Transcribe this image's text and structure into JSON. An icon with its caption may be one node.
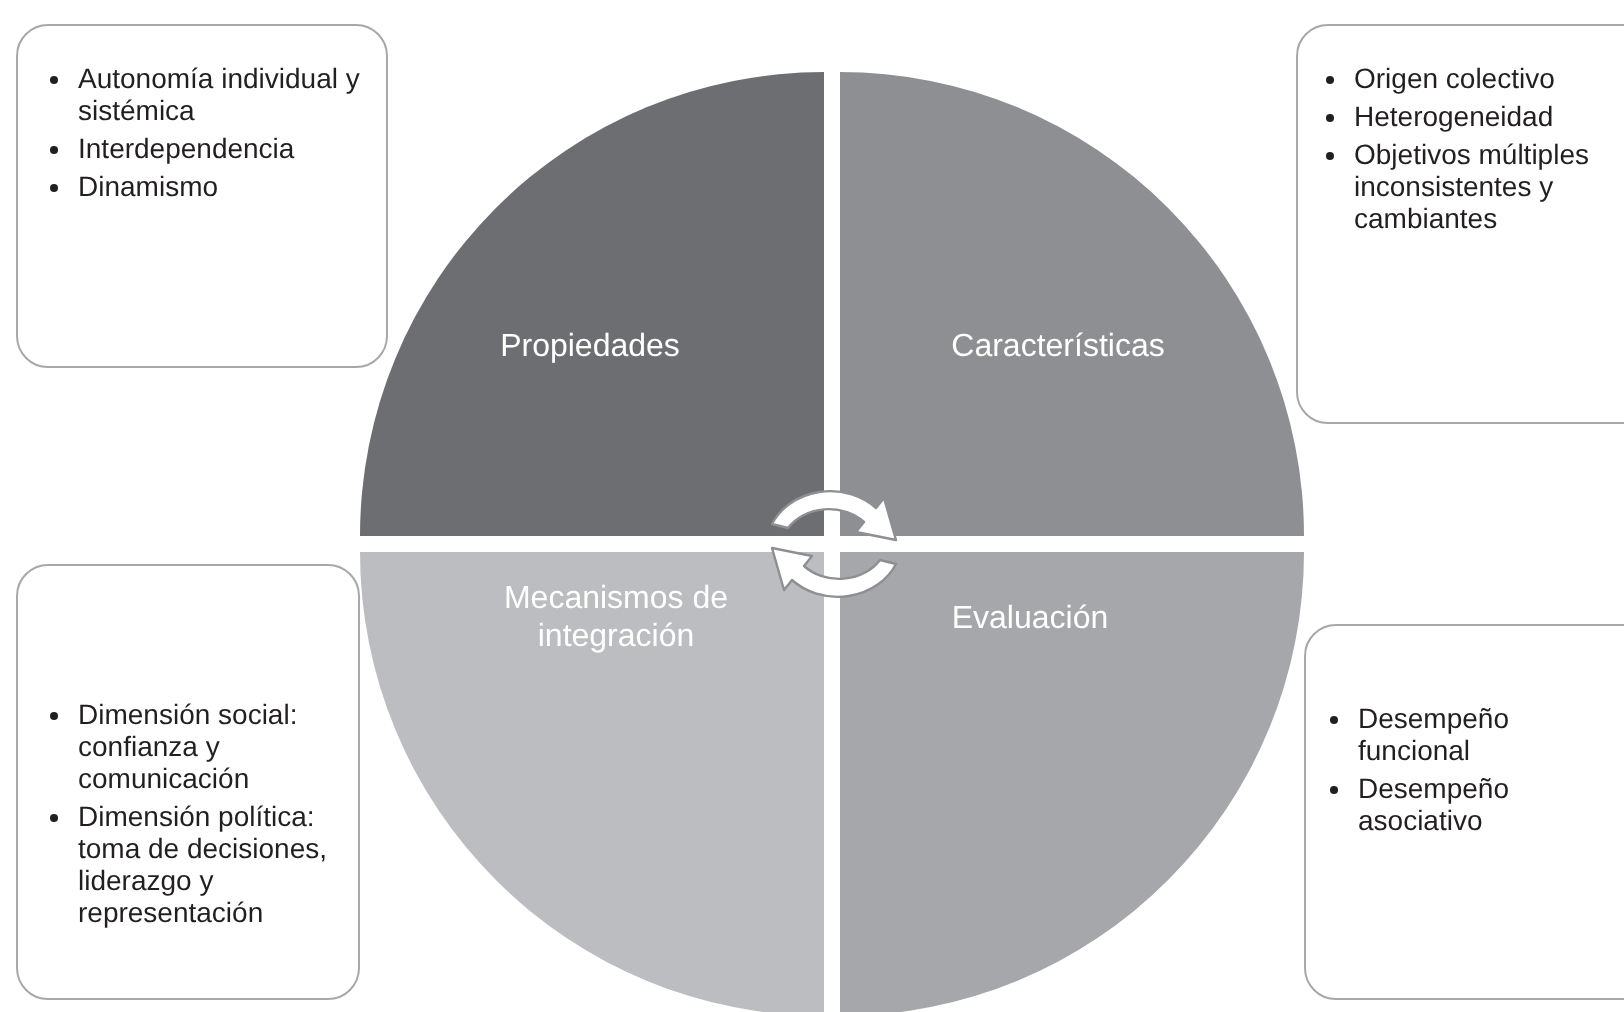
{
  "diagram": {
    "nodes": [
      {
        "text": [
          "Autonomía individual y sistémica",
          "Interdependencia",
          "Dinamismo"
        ]
      },
      {
        "text": [
          "Origen colectivo",
          "Heterogeneidad",
          "Objetivos múltiples inconsistentes y cambiantes"
        ]
      },
      {
        "text": [
          "Dimensión social: confianza y comunicación",
          "Dimensión política: toma de decisiones, liderazgo y representación"
        ]
      },
      {
        "text": [
          "Desempeño funcional",
          "Desempeño asociativo"
        ]
      },
      {
        "text": [
          "Propiedades"
        ]
      },
      {
        "text": [
          "Características"
        ]
      },
      {
        "text": [
          "Mecanismos de integración"
        ]
      },
      {
        "text": [
          "Evaluación"
        ]
      }
    ]
  }
}
